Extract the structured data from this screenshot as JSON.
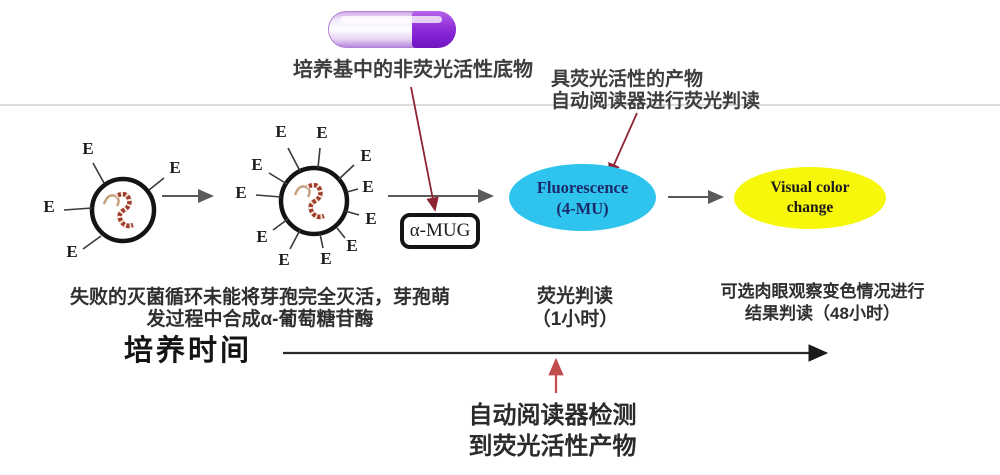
{
  "diagram": {
    "vial_caption": "培养基中的非荧光活性底物",
    "product_caption_line1": "具荧光活性的产物",
    "product_caption_line2": "自动阅读器进行荧光判读",
    "enzyme_label": "E",
    "alpha_mug_label": "α-MUG",
    "fluorescence_label_line1": "Fluorescence",
    "fluorescence_label_line2": "(4-MU)",
    "visual_label_line1": "Visual color",
    "visual_label_line2": "change",
    "failed_cycle_line1": "失败的灭菌循环未能将芽孢完全灭活，芽孢萌",
    "failed_cycle_line2": "发过程中合成α-葡萄糖苷酶",
    "fluorescence_read_line1": "荧光判读",
    "fluorescence_read_line2": "（1小时）",
    "visual_read_line1": "可选肉眼观察变色情况进行",
    "visual_read_line2": "结果判读（48小时）",
    "timeline_label": "培养时间",
    "detector_caption_line1": "自动阅读器检测",
    "detector_caption_line2": "到荧光活性产物"
  },
  "colors": {
    "fluorescence_fill": "#2fc4ee",
    "fluorescence_text": "#1b2a6b",
    "visual_change_fill": "#f7f70c",
    "vial_purple": "#8c2be0",
    "pointer_arrow_red": "#8e2433",
    "up_arrow_red": "#c24b4b",
    "flow_arrow_gray": "#5a5a5a",
    "timeline_arrow": "#1a1a1a"
  }
}
